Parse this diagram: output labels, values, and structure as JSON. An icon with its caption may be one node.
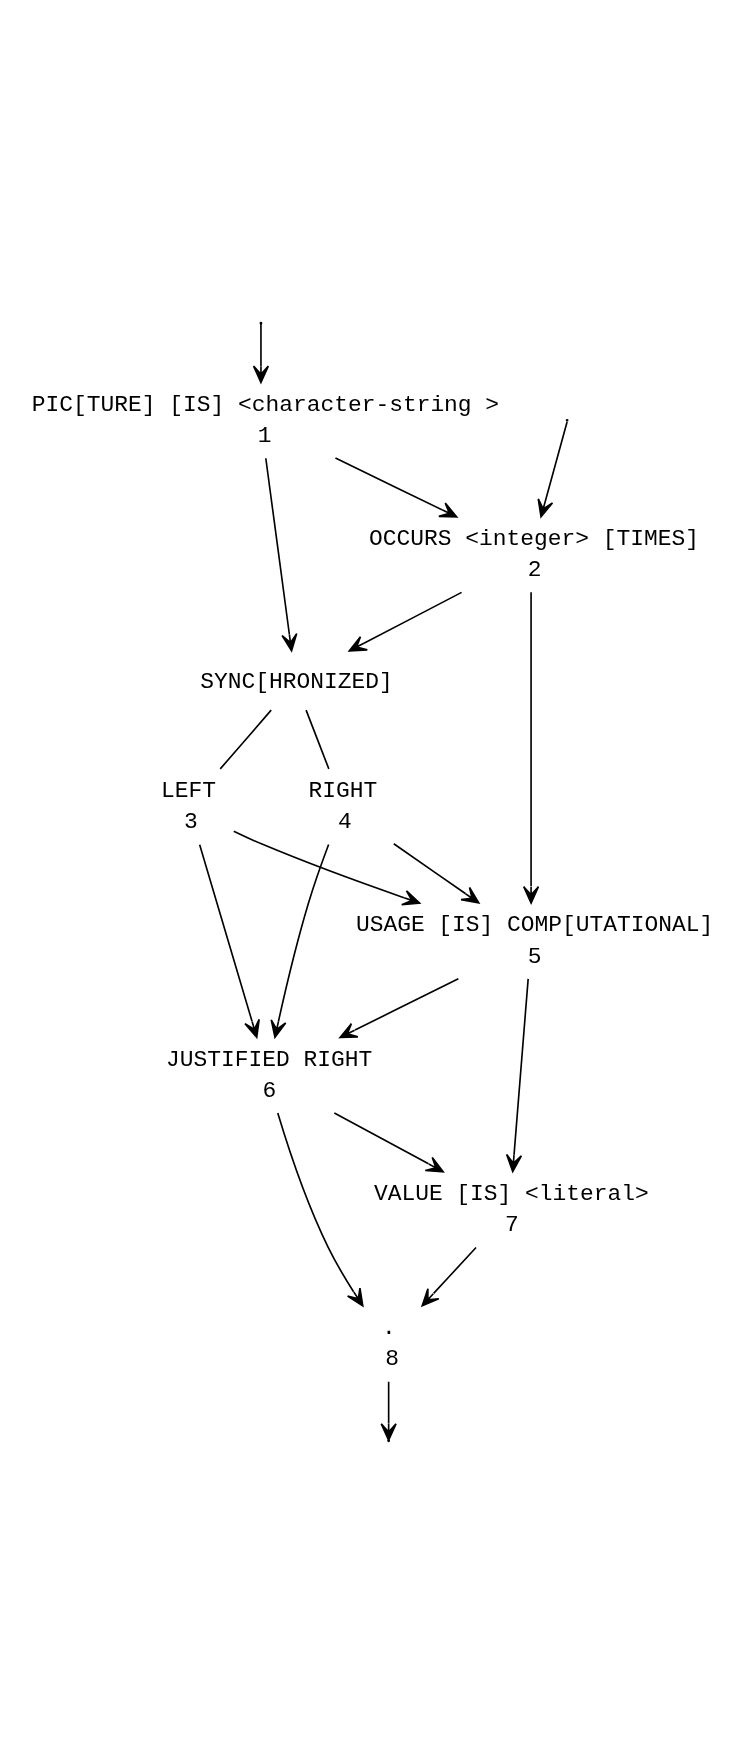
{
  "diagram": {
    "nodes": [
      {
        "text": [
          "PIC[TURE] [IS] <character-string >"
        ],
        "beside": [
          "1"
        ]
      },
      {
        "text": [
          "OCCURS <integer> [TIMES]"
        ],
        "beside": [
          "2"
        ]
      },
      {
        "text": [
          "SYNC[HRONIZED]"
        ]
      },
      {
        "text": [
          "LEFT"
        ],
        "beside": [
          "3"
        ]
      },
      {
        "text": [
          "RIGHT"
        ],
        "beside": [
          "4"
        ]
      },
      {
        "text": [
          "USAGE [IS] COMP[UTATIONAL]"
        ],
        "beside": [
          "5"
        ]
      },
      {
        "text": [
          "JUSTIFIED RIGHT"
        ],
        "beside": [
          "6"
        ]
      },
      {
        "text": [
          "VALUE [IS] <literal>"
        ],
        "beside": [
          "7"
        ]
      },
      {
        "text": [
          "."
        ],
        "beside": [
          "8"
        ]
      }
    ],
    "edges": [
      {
        "from": null,
        "to": 0,
        "arrow": "to"
      },
      {
        "from": null,
        "to": 1,
        "arrow": "to"
      },
      {
        "from": 0,
        "to": 1,
        "arrow": "to"
      },
      {
        "from": 0,
        "to": 2,
        "arrow": "to"
      },
      {
        "from": 1,
        "to": 2,
        "arrow": "to"
      },
      {
        "from": 1,
        "to": 5,
        "arrow": "to"
      },
      {
        "from": 2,
        "to": 3,
        "arrow": "none"
      },
      {
        "from": 2,
        "to": 4,
        "arrow": "none"
      },
      {
        "from": 3,
        "to": 5,
        "arrow": "to"
      },
      {
        "from": 4,
        "to": 5,
        "arrow": "to"
      },
      {
        "from": 3,
        "to": 6,
        "arrow": "to"
      },
      {
        "from": 4,
        "to": 6,
        "arrow": "to"
      },
      {
        "from": 5,
        "to": 6,
        "arrow": "to"
      },
      {
        "from": 5,
        "to": 7,
        "arrow": "to"
      },
      {
        "from": 6,
        "to": 7,
        "arrow": "to"
      },
      {
        "from": 6,
        "to": 8,
        "arrow": "to"
      },
      {
        "from": 7,
        "to": 8,
        "arrow": "to"
      },
      {
        "from": 8,
        "to": null,
        "arrow": "to"
      }
    ]
  }
}
